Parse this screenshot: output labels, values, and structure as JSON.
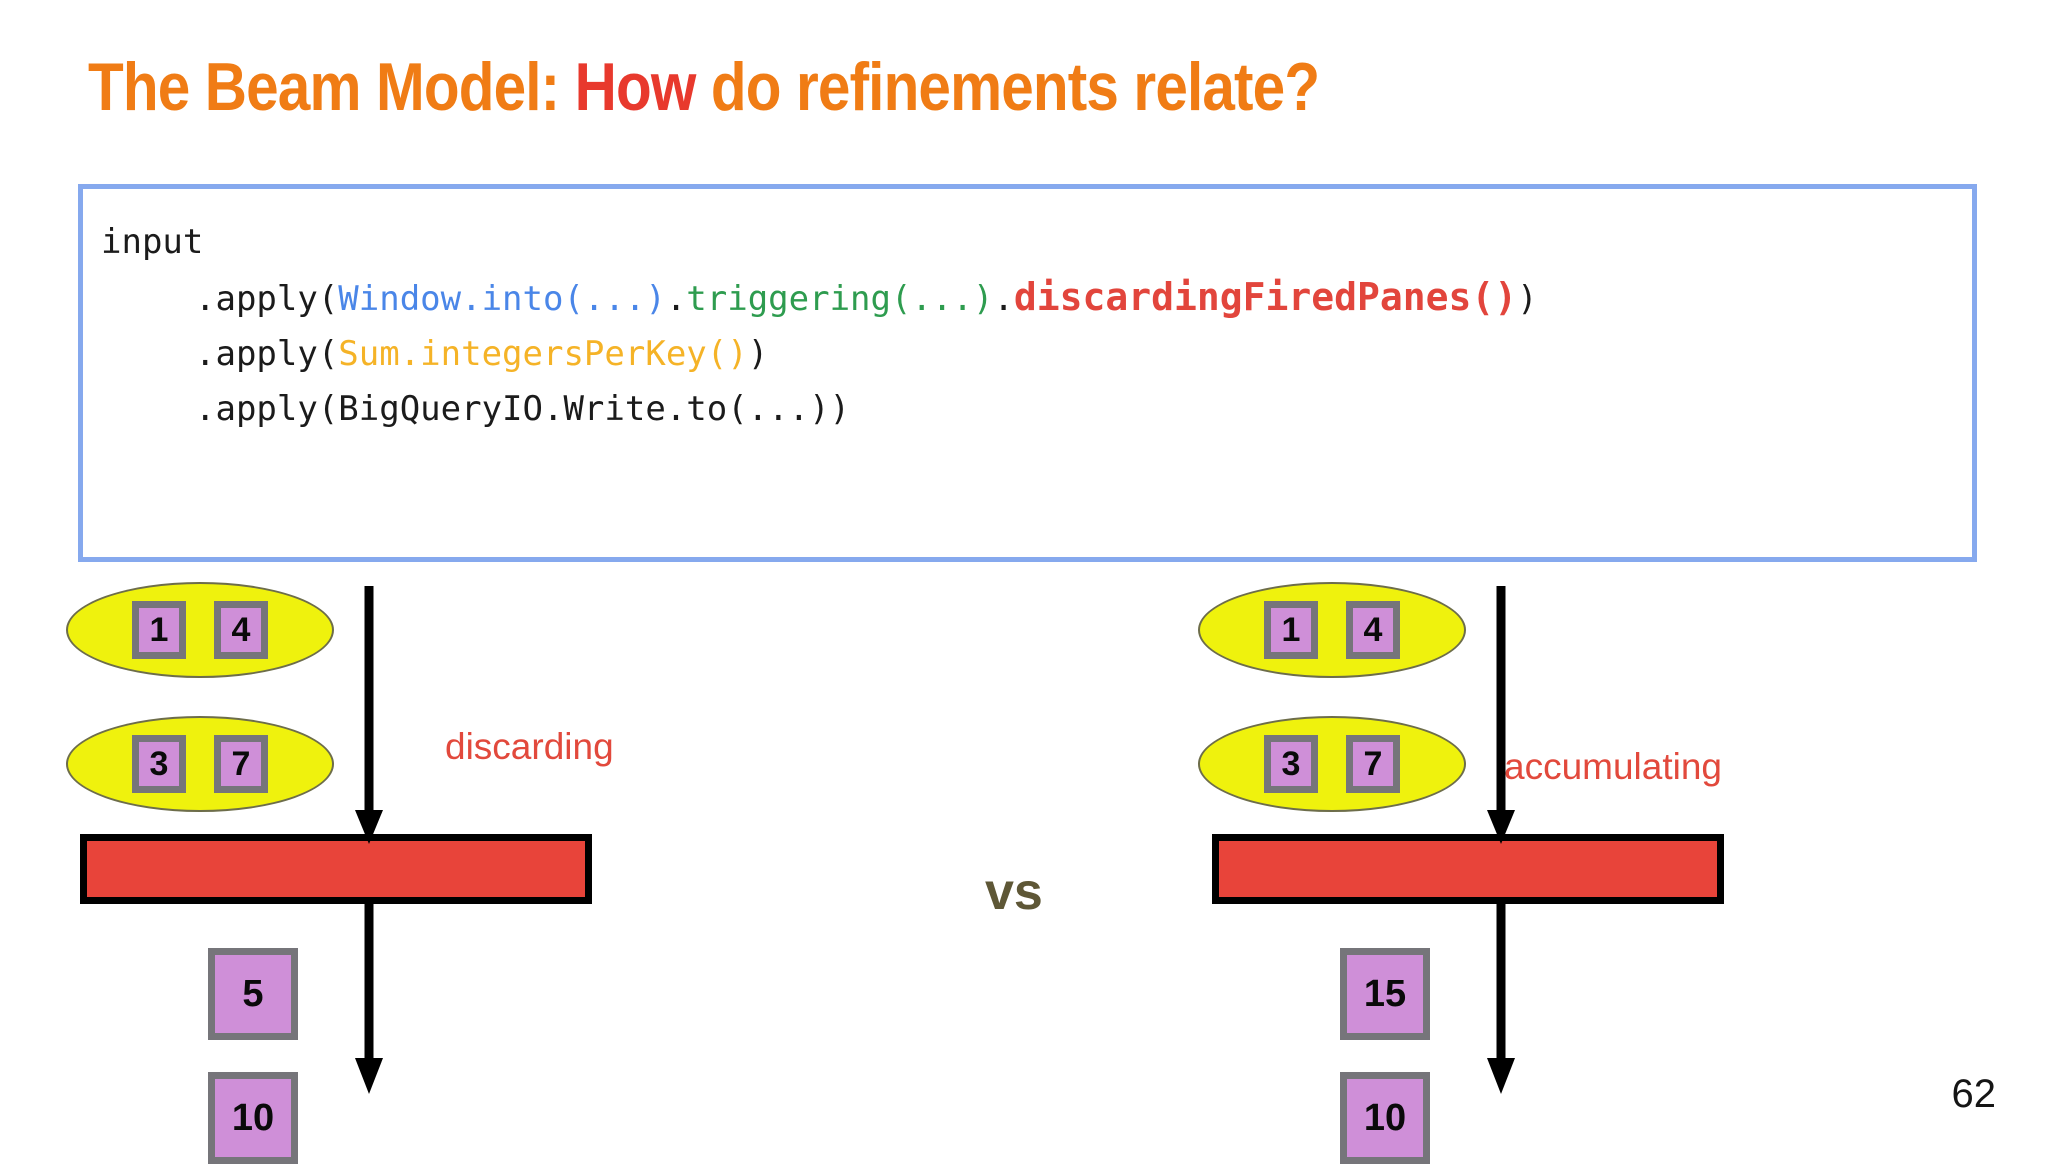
{
  "slide": {
    "title_prefix": "The Beam Model: ",
    "title_accent": "How",
    "title_suffix": " do refinements relate?",
    "page_number": "62"
  },
  "code": {
    "lines": [
      {
        "indent": false,
        "tokens": [
          {
            "text": "input",
            "style": "plain"
          }
        ]
      },
      {
        "indent": true,
        "tokens": [
          {
            "text": ".apply(",
            "style": "plain"
          },
          {
            "text": "Window.into(...)",
            "style": "blue"
          },
          {
            "text": ".",
            "style": "plain"
          },
          {
            "text": "triggering(...)",
            "style": "green"
          },
          {
            "text": ".",
            "style": "plain"
          },
          {
            "text": "discardingFiredPanes()",
            "style": "red"
          },
          {
            "text": ")",
            "style": "plain"
          }
        ]
      },
      {
        "indent": true,
        "tokens": [
          {
            "text": ".apply(",
            "style": "plain"
          },
          {
            "text": "Sum.integersPerKey()",
            "style": "yellow"
          },
          {
            "text": ")",
            "style": "plain"
          }
        ]
      },
      {
        "indent": true,
        "tokens": [
          {
            "text": ".apply(BigQueryIO.Write.to(...))",
            "style": "plain"
          }
        ]
      }
    ]
  },
  "diagram": {
    "vs_label": "vs",
    "panels": [
      {
        "id": "discarding",
        "edge_label": "discarding",
        "bubbles": [
          {
            "values": [
              "1",
              "4"
            ]
          },
          {
            "values": [
              "3",
              "7"
            ]
          }
        ],
        "outputs": [
          "5",
          "10"
        ]
      },
      {
        "id": "accumulating",
        "edge_label": "accumulating",
        "bubbles": [
          {
            "values": [
              "1",
              "4"
            ]
          },
          {
            "values": [
              "3",
              "7"
            ]
          }
        ],
        "outputs": [
          "15",
          "10"
        ]
      }
    ]
  },
  "colors": {
    "title_orange": "#f07c15",
    "title_red": "#e8392d",
    "code_border": "#86a9ee",
    "bubble_yellow": "#eff20d",
    "cell_purple": "#cf8fd8",
    "cell_border_gray": "#76757a",
    "agg_bar_red": "#e8443a",
    "label_red": "#e2493c",
    "vs_olive": "#5e5736"
  }
}
